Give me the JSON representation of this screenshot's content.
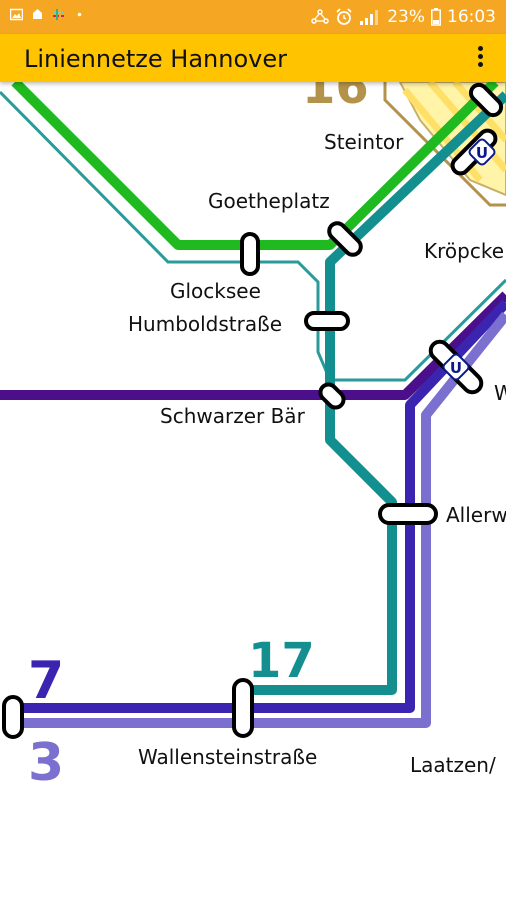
{
  "status_bar": {
    "icons": [
      "image-icon",
      "notification-icon",
      "slack-icon",
      "dot-icon",
      "share-icon",
      "alarm-icon",
      "signal-icon"
    ],
    "battery": "23%",
    "time": "16:03"
  },
  "app_bar": {
    "title": "Liniennetze Hannover",
    "menu_icon": "overflow-menu-icon"
  },
  "map": {
    "stations": [
      "Steintor",
      "Goetheplatz",
      "Kröpcke",
      "Glocksee",
      "Humboldstraße",
      "Schwarzer Bär",
      "W",
      "Allerw",
      "Wallensteinstraße",
      "Laatzen/"
    ],
    "line_labels": [
      "16",
      "17",
      "7",
      "3"
    ],
    "underground_badge": "U",
    "line_colors": {
      "green": "#1fba1f",
      "teal": "#148f8f",
      "purple": "#4b0f8c",
      "indigo": "#3b25b0",
      "lavender": "#7b6fd0",
      "gold": "#b3924a",
      "yellow": "#ffe066"
    }
  }
}
